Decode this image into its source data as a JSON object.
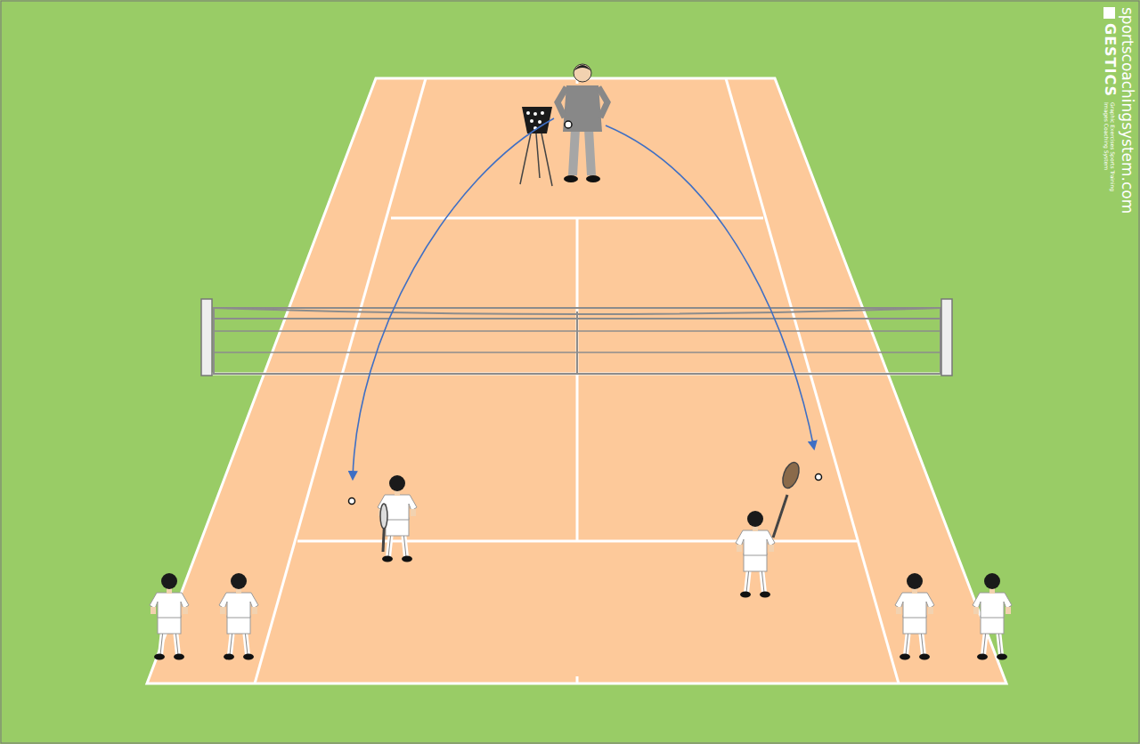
{
  "diagram": {
    "labels": [
      "sportscoachingsystem.com",
      "GESTICS",
      "Graphic Exercises Sports Training",
      "Images Coaching System"
    ]
  }
}
